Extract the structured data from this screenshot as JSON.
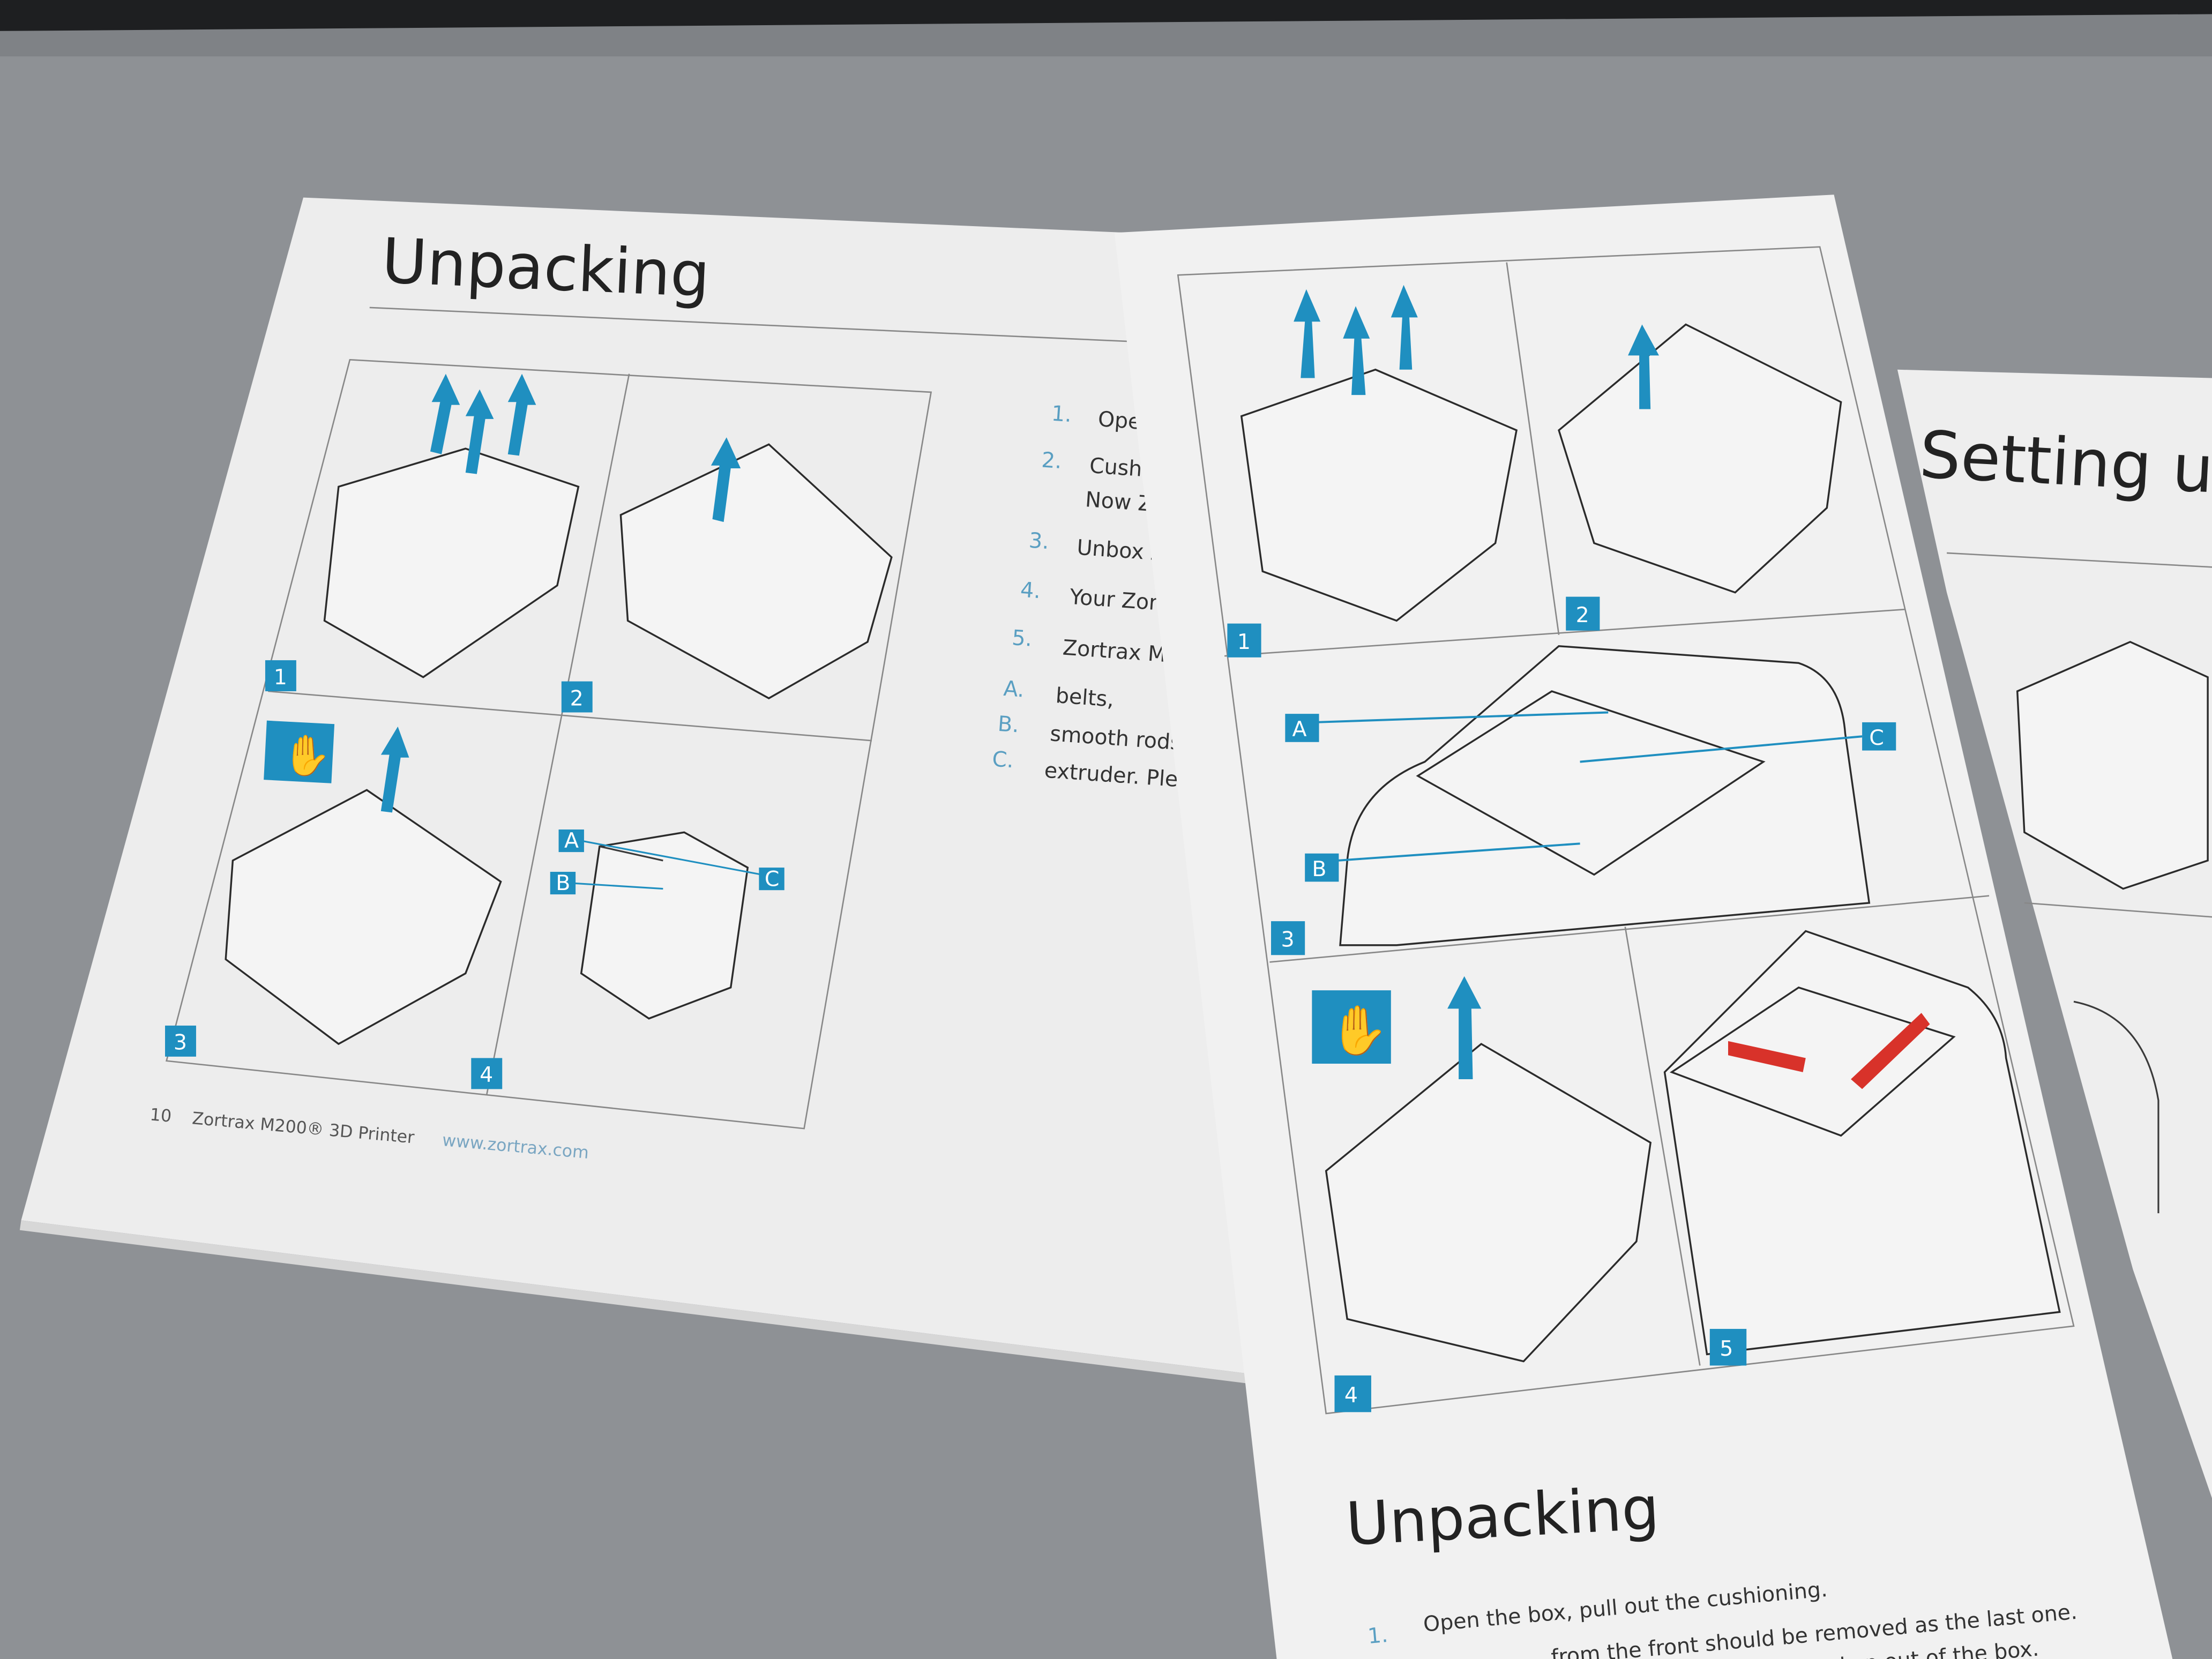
{
  "colors": {
    "accent": "#1f8fc0",
    "red": "#d8322a",
    "paper": "#efefef",
    "table": "#8e9195"
  },
  "left_page": {
    "title": "Unpacking",
    "panel_numbers": [
      "1",
      "2",
      "3",
      "4"
    ],
    "callouts": [
      "A",
      "B",
      "C"
    ],
    "steps": [
      {
        "num": "1.",
        "text": "Ope"
      },
      {
        "num": "2.",
        "text": "Cushi"
      },
      {
        "num": "",
        "text": "Now Z"
      },
      {
        "num": "3.",
        "text": "Unbox Z"
      },
      {
        "num": "4.",
        "text": "Your Zort"
      },
      {
        "num": "5.",
        "text": "Zortrax M."
      },
      {
        "num": "A.",
        "text": "belts,"
      },
      {
        "num": "B.",
        "text": "smooth rods,"
      },
      {
        "num": "C.",
        "text": "extruder. Plec"
      }
    ],
    "footer": {
      "page": "10",
      "product": "Zortrax M200® 3D Printer",
      "url": "www.zortrax.com"
    }
  },
  "right_brochure": {
    "panel_numbers": [
      "1",
      "2",
      "3",
      "4",
      "5"
    ],
    "callouts": [
      "A",
      "B",
      "C"
    ],
    "title": "Unpacking",
    "steps": [
      {
        "num": "1.",
        "text": "Open the box, pull out the cushioning."
      },
      {
        "num": "",
        "text": "from the front should be removed as the last one."
      },
      {
        "num": "",
        "text": "taken out of the box."
      }
    ]
  },
  "third_sheet": {
    "title": "Setting u"
  }
}
